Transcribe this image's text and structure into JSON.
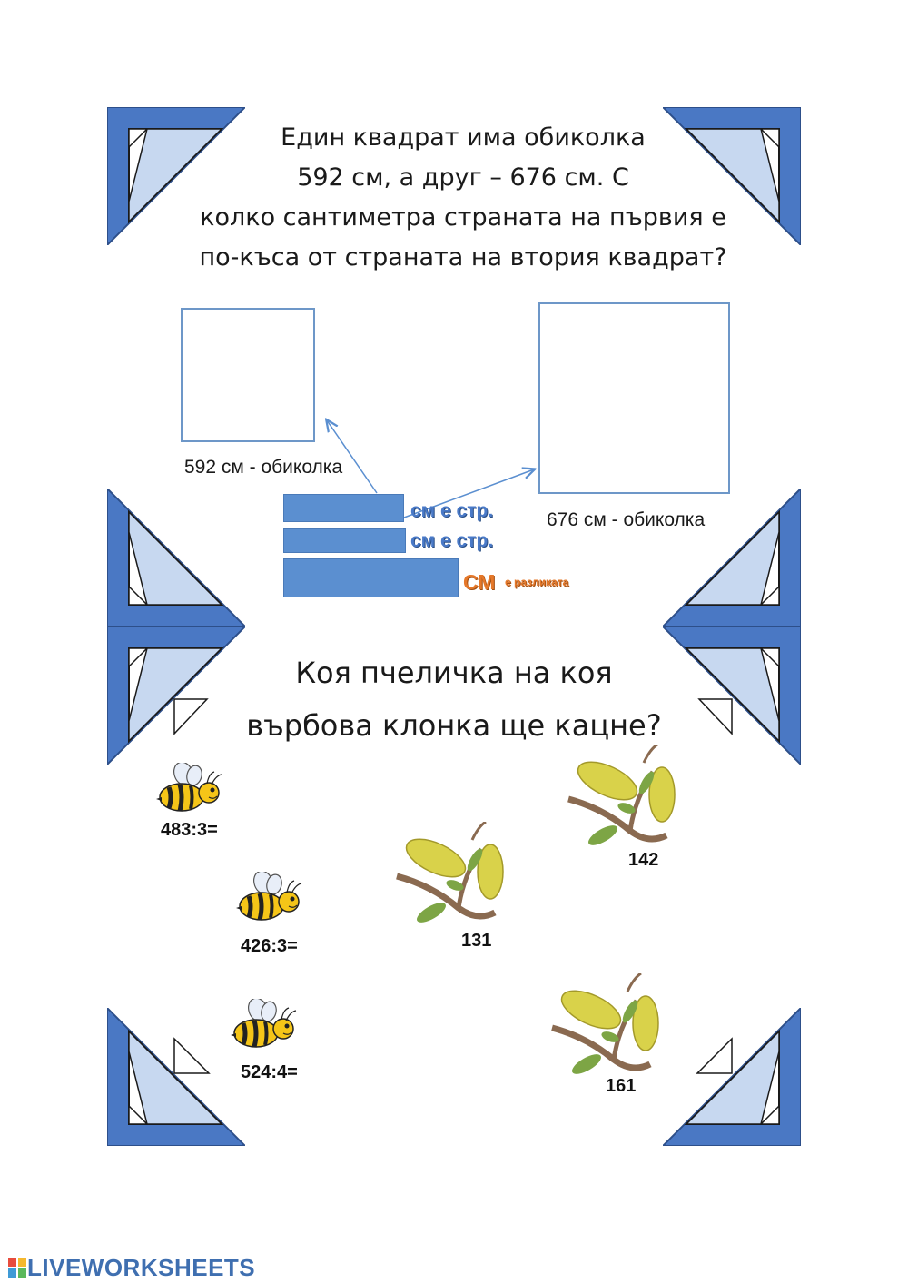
{
  "task1": {
    "title_lines": [
      "Един квадрат има обиколка",
      "592 см, а друг – 676 см. С",
      "колко сантиметра страната на първия е",
      "по-къса от страната на втория квадрат?"
    ],
    "small_square_caption": "592 см - обиколка",
    "large_square_caption": "676 см - обиколка",
    "answer_rows": [
      {
        "unit_label": "см е стр."
      },
      {
        "unit_label": "см е стр."
      },
      {
        "unit_label": "СМ",
        "suffix": "е разликата"
      }
    ]
  },
  "task2": {
    "title_lines": [
      "Коя пчеличка на коя",
      "върбова клонка ще кацне?"
    ],
    "bees": [
      {
        "expression": "483:3=",
        "icon": "bee-icon"
      },
      {
        "expression": "426:3=",
        "icon": "bee-icon"
      },
      {
        "expression": "524:4=",
        "icon": "bee-icon"
      }
    ],
    "branches": [
      {
        "number": "142",
        "icon": "willow-branch-icon"
      },
      {
        "number": "131",
        "icon": "willow-branch-icon"
      },
      {
        "number": "161",
        "icon": "willow-branch-icon"
      }
    ]
  },
  "footer": {
    "brand": "LIVEWORKSHEETS"
  },
  "colors": {
    "frame_dark": "#4a78c4",
    "frame_light": "#c7d8f0",
    "input_blue": "#5b8fd0",
    "label_orange": "#e5782a"
  }
}
